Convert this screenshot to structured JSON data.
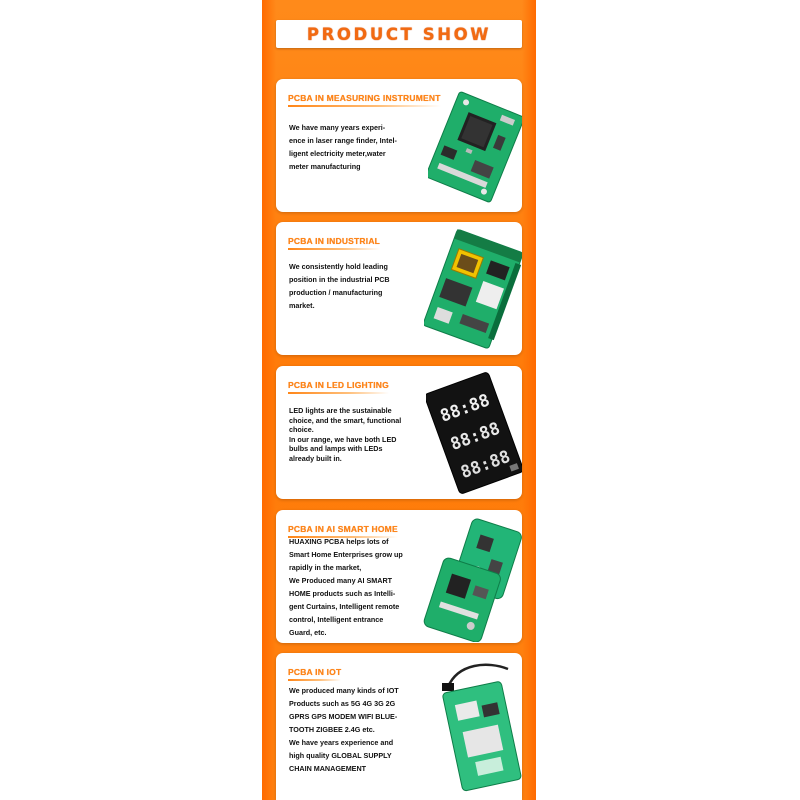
{
  "banner": {
    "title": "PRODUCT SHOW"
  },
  "cards": [
    {
      "title": "PCBA IN MEASURING INSTRUMENT",
      "text": "We have many years experi-\nence in laser range finder, Intel-\nligent electricity meter,water\nmeter manufacturing",
      "image_icon": "pcb-measuring-board-icon"
    },
    {
      "title": "PCBA IN INDUSTRIAL",
      "text": "We consistently hold leading\nposition in the industrial PCB\nproduction / manufacturing\nmarket.",
      "image_icon": "pcb-industrial-board-icon"
    },
    {
      "title": "PCBA IN LED LIGHTING",
      "text": "LED lights are the sustainable\nchoice, and the smart, functional\nchoice.\nIn our range, we have both LED\nbulbs and lamps with LEDs\nalready built in.",
      "image_icon": "led-display-board-icon",
      "led_digits": [
        "88:88",
        "88:88",
        "88:88"
      ]
    },
    {
      "title": "PCBA IN AI SMART HOME",
      "text": "HUAXING PCBA helps lots of\nSmart Home Enterprises grow up\nrapidly in the market,\nWe Produced many AI SMART\nHOME products such as Intelli-\ngent Curtains, Intelligent remote\ncontrol, Intelligent entrance\nGuard, etc.",
      "image_icon": "smart-home-boards-icon"
    },
    {
      "title": "PCBA IN IOT",
      "text": "We produced many kinds of IOT\nProducts such as 5G 4G 3G 2G\nGPRS GPS MODEM WIFI BLUE-\nTOOTH ZIGBEE 2.4G etc.\n We have years experience and\nhigh quality GLOBAL SUPPLY\nCHAIN MANAGEMENT",
      "image_icon": "iot-module-board-icon"
    }
  ],
  "colors": {
    "strip": "#ff7a08",
    "title_orange": "#f26a12",
    "pcb_green": "#1fae6a",
    "text": "#111111"
  }
}
